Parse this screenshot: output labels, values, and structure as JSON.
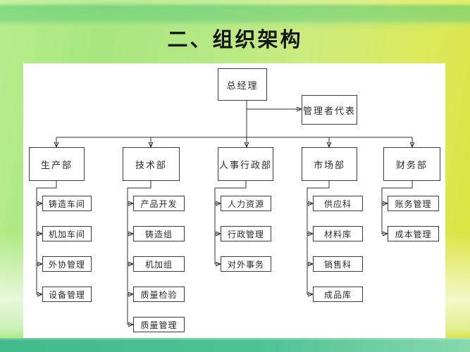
{
  "slide": {
    "title": "二、组织架构"
  },
  "org": {
    "root": {
      "label": "总经理"
    },
    "staff": {
      "label": "管理者代表"
    },
    "departments": [
      {
        "label": "生产部",
        "children": [
          "铸造车间",
          "机加车间",
          "外协管理",
          "设备管理"
        ]
      },
      {
        "label": "技术部",
        "children": [
          "产品开发",
          "铸造组",
          "机加组",
          "质量检验",
          "质量管理"
        ]
      },
      {
        "label": "人事行政部",
        "children": [
          "人力资源",
          "行政管理",
          "对外事务"
        ]
      },
      {
        "label": "市场部",
        "children": [
          "供应科",
          "材料库",
          "销售科",
          "成品库"
        ]
      },
      {
        "label": "财务部",
        "children": [
          "账务管理",
          "成本管理"
        ]
      }
    ]
  },
  "palette": {
    "band_green": "#68cd7c",
    "bg_light_green": "#b7ee8e",
    "bg_yellow_green": "#d9e43c",
    "strip_teal": "#4abf92",
    "panel_white": "#ffffff",
    "line_color": "#2f2f2f"
  }
}
